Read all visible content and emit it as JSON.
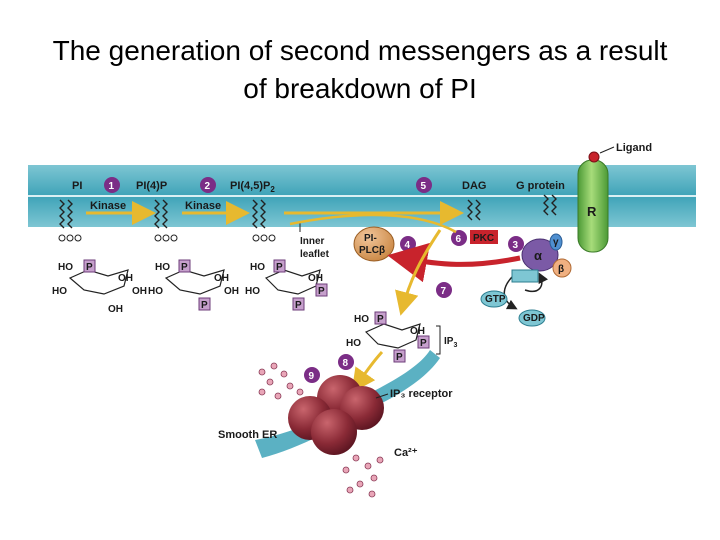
{
  "title": {
    "line1": "The generation of second messengers as a result",
    "line2": "of breakdown of  PI"
  },
  "diagram": {
    "ligand": "Ligand",
    "receptor": "R",
    "g_protein": "G protein",
    "pi": "PI",
    "pi4p": "PI(4)P",
    "pi45p2_main": "PI(4,5)P",
    "pi45p2_sub": "2",
    "dag": "DAG",
    "kinase1": "Kinase",
    "kinase2": "Kinase",
    "inner": "Inner",
    "leaflet": "leaflet",
    "plc_top": "PI-",
    "plc_bottom": "PLCβ",
    "pkc": "PKC",
    "alpha": "α",
    "beta": "β",
    "gamma": "γ",
    "gtp": "GTP",
    "gdp": "GDP",
    "ip3_main": "IP",
    "ip3_sub": "3",
    "ip3_receptor": "IP₃ receptor",
    "smooth_er": "Smooth ER",
    "ca": "Ca²⁺",
    "phosphate": "P",
    "ho": "HO",
    "oh": "OH",
    "steps": [
      "1",
      "2",
      "3",
      "4",
      "5",
      "6",
      "7",
      "8",
      "9"
    ]
  }
}
